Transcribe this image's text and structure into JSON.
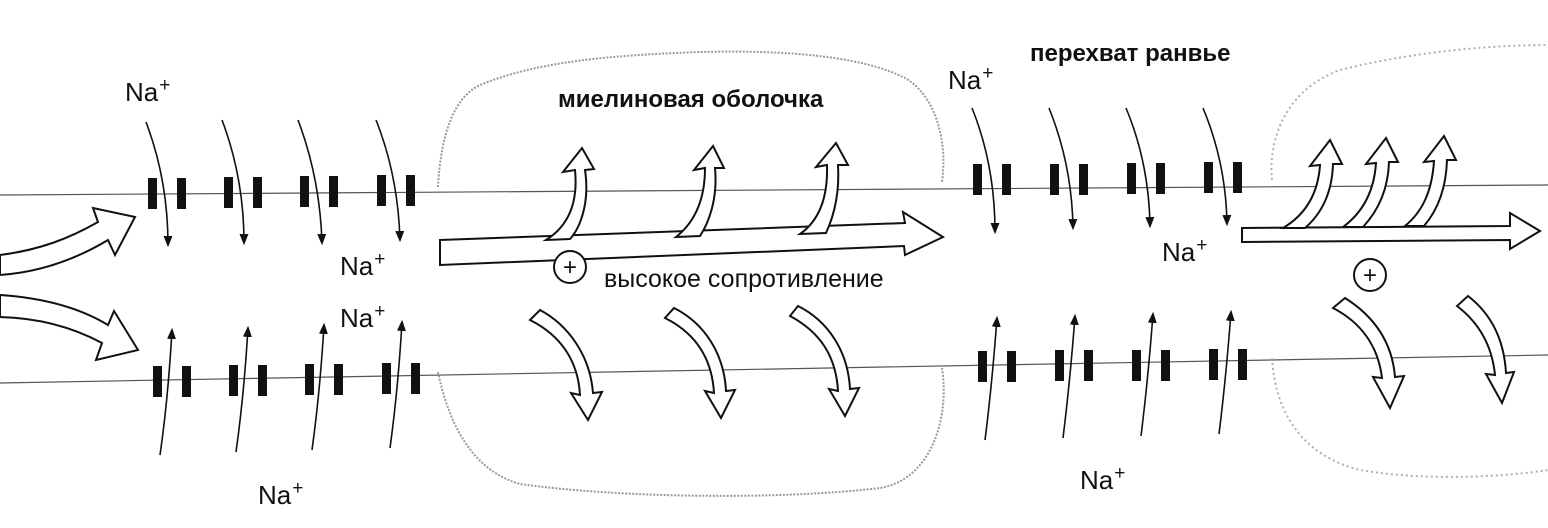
{
  "labels": {
    "myelin": "миелиновая оболочка",
    "node": "перехват ранвье",
    "resistance": "высокое сопротивление"
  },
  "ion": {
    "base": "Na",
    "charge": "+"
  },
  "plus_sign": "+",
  "colors": {
    "ink": "#111111",
    "sheath_outline": "#9a9a9a",
    "background": "#ffffff"
  }
}
